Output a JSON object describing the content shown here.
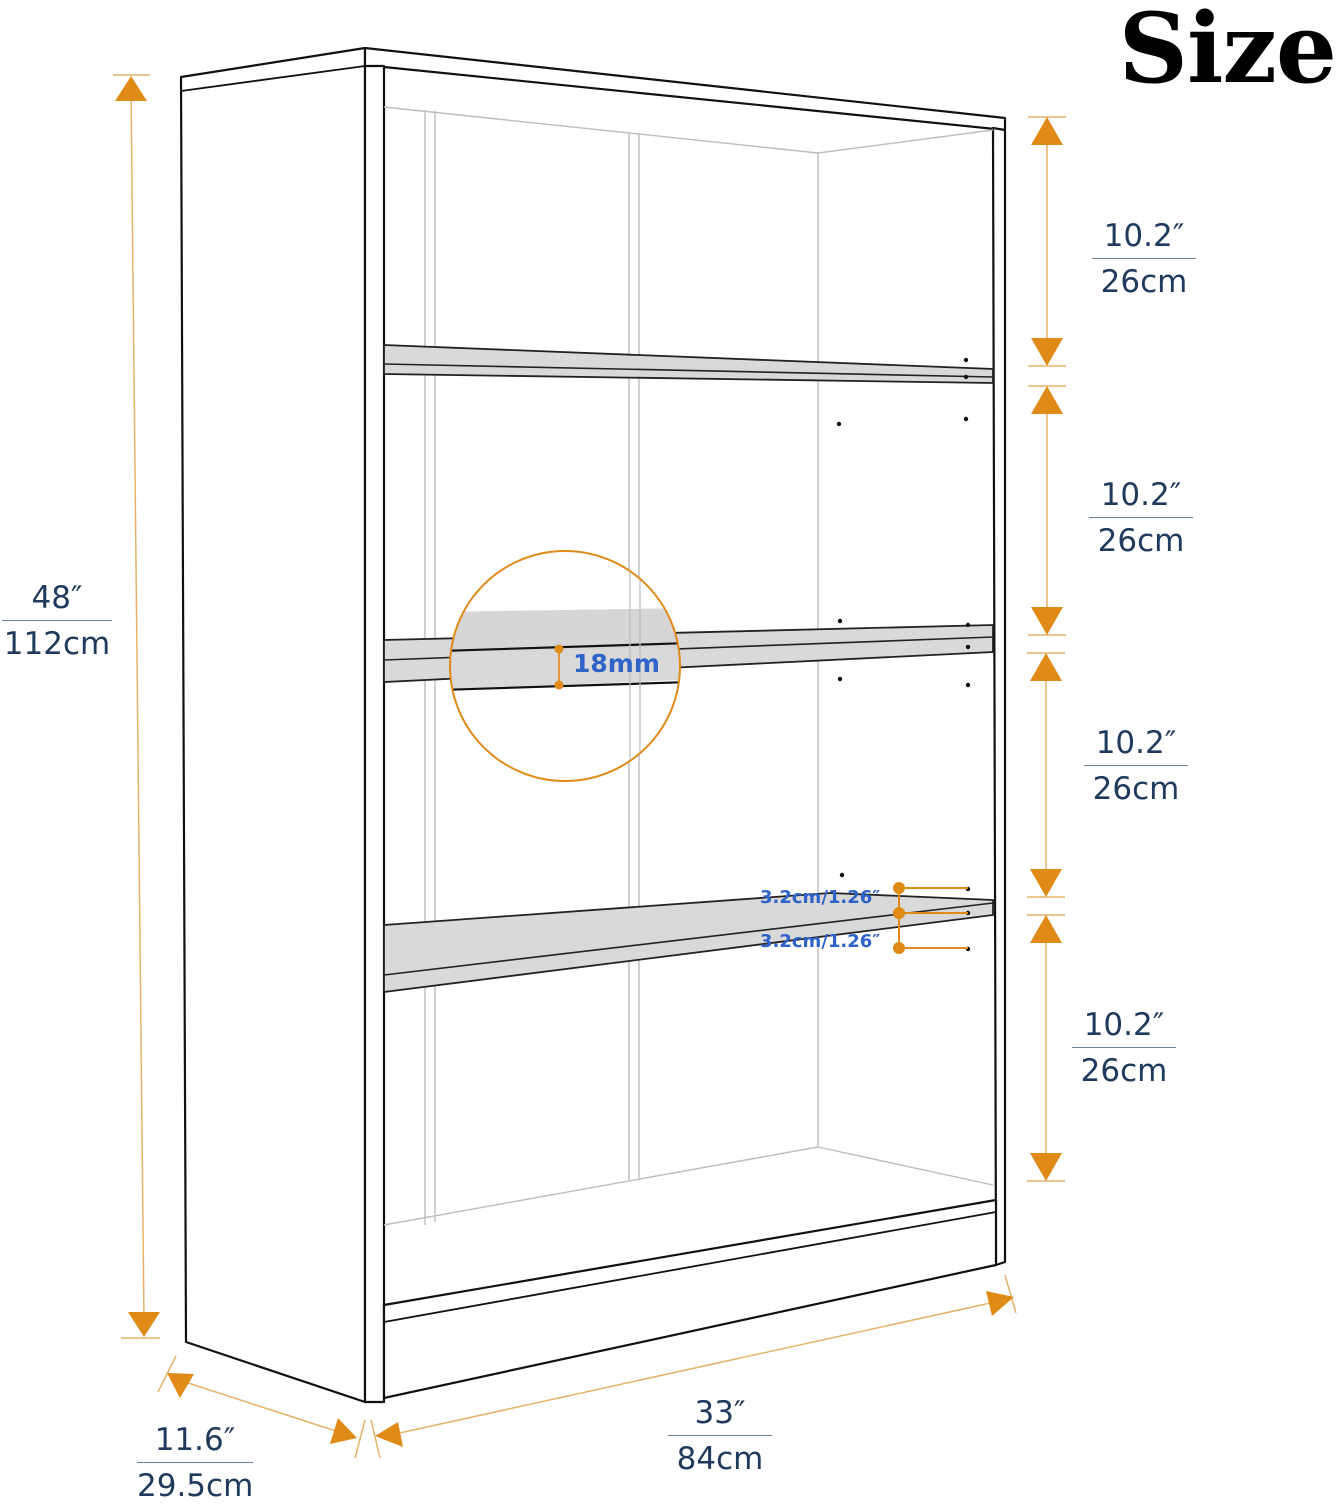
{
  "title": "Size",
  "dimensions": {
    "height": {
      "imperial": "48″",
      "metric": "112cm"
    },
    "width": {
      "imperial": "33″",
      "metric": "84cm"
    },
    "depth": {
      "imperial": "11.6″",
      "metric": "29.5cm"
    },
    "compartments": [
      {
        "imperial": "10.2″",
        "metric": "26cm"
      },
      {
        "imperial": "10.2″",
        "metric": "26cm"
      },
      {
        "imperial": "10.2″",
        "metric": "26cm"
      },
      {
        "imperial": "10.2″",
        "metric": "26cm"
      }
    ]
  },
  "callouts": {
    "shelf_thickness": "18mm",
    "hole_spacing_upper": "3.2cm/1.26″",
    "hole_spacing_lower": "3.2cm/1.26″"
  },
  "colors": {
    "arrow": "#e08a17",
    "dim_line": "#e6b26a",
    "label_text": "#1f3a5c",
    "callout_text": "#2f63c8",
    "shelf_fill": "#d9d9d9"
  }
}
